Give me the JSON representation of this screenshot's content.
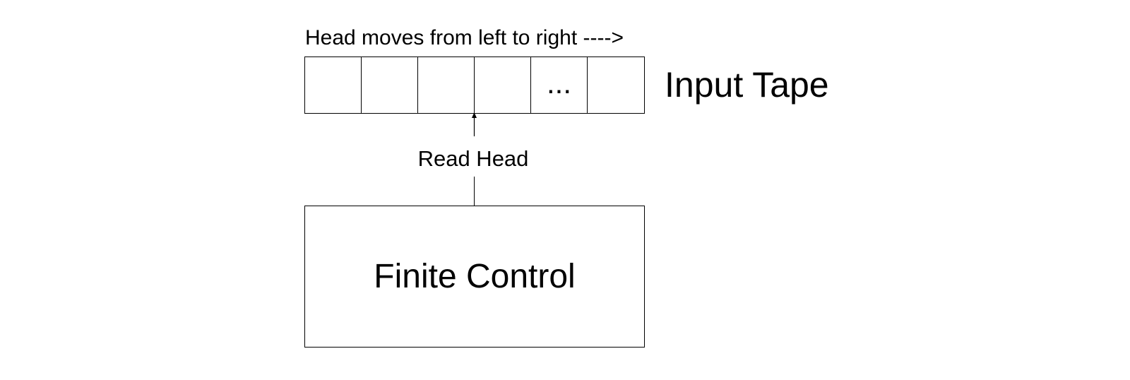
{
  "diagram": {
    "direction_label": "Head moves from left to right ---->",
    "tape": {
      "label": "Input Tape",
      "cells": [
        "",
        "",
        "",
        "",
        "...",
        ""
      ]
    },
    "read_head": {
      "label": "Read Head"
    },
    "finite_control": {
      "label": "Finite Control"
    }
  }
}
